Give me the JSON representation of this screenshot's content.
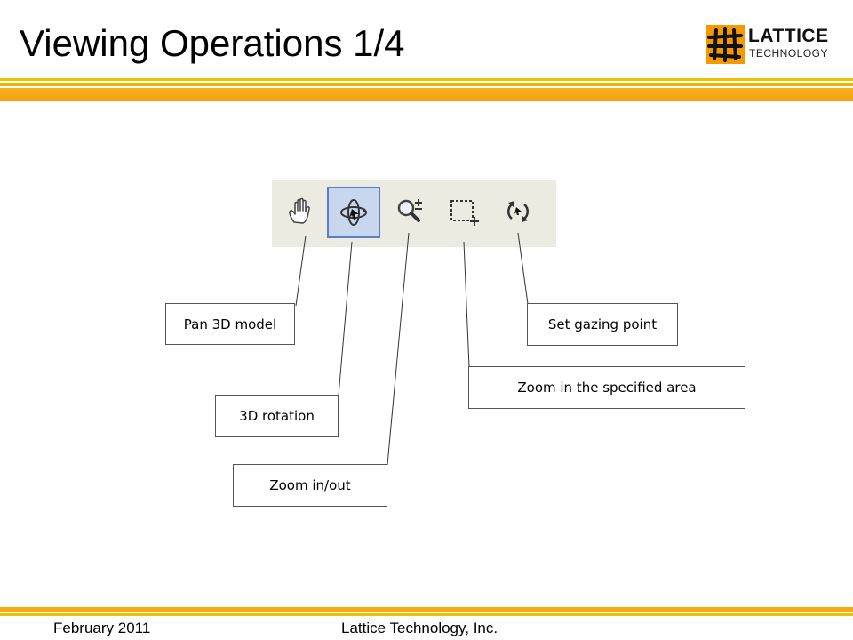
{
  "slide": {
    "title": "Viewing Operations 1/4"
  },
  "logo": {
    "line1": "LATTICE",
    "line2": "TECHNOLOGY",
    "color": "#f29a00"
  },
  "toolbar": {
    "buttons": [
      {
        "icon": "hand-pan-icon",
        "label": "Pan 3D model",
        "active": false
      },
      {
        "icon": "rotate-3d-icon",
        "label": "3D rotation",
        "active": true
      },
      {
        "icon": "zoom-in-out-icon",
        "label": "Zoom in/out",
        "active": false
      },
      {
        "icon": "zoom-area-icon",
        "label": "Zoom in the specified area",
        "active": false
      },
      {
        "icon": "gazing-point-icon",
        "label": "Set gazing point",
        "active": false
      }
    ]
  },
  "callouts": {
    "pan": "Pan 3D model",
    "rotation": "3D rotation",
    "zoom": "Zoom in/out",
    "zoom_area": "Zoom in the specified area",
    "gazing": "Set gazing point"
  },
  "footer": {
    "date": "February 2011",
    "company": "Lattice Technology, Inc."
  },
  "colors": {
    "accent_orange": "#f4a010",
    "accent_yellow": "#f3c000",
    "active_button_border": "#5a7fc6",
    "active_button_fill": "#c8d7ee",
    "toolbar_bg": "#ecebe1"
  }
}
